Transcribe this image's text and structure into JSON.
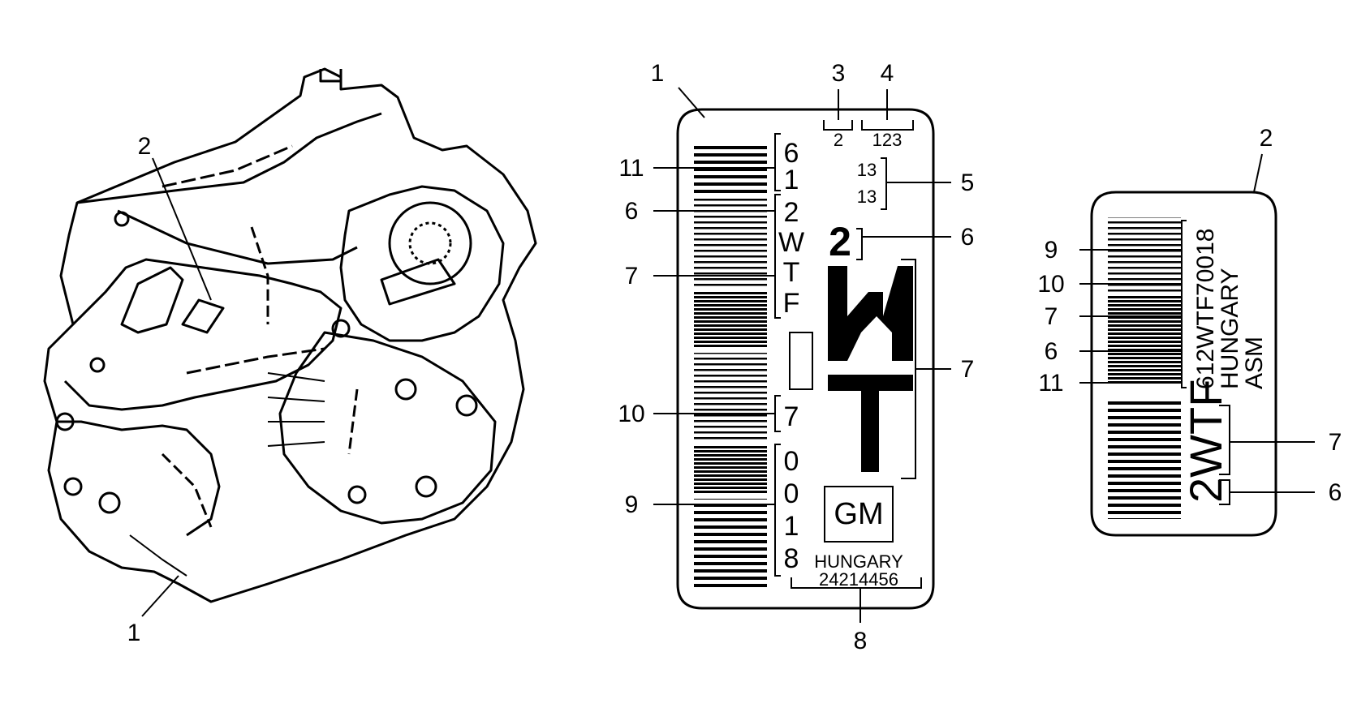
{
  "callouts": {
    "trans_1": "1",
    "trans_2": "2",
    "l1_1": "1",
    "l1_3": "3",
    "l1_4": "4",
    "l1_5": "5",
    "l1_6a": "6",
    "l1_6b": "6",
    "l1_7a": "7",
    "l1_7b": "7",
    "l1_8": "8",
    "l1_9": "9",
    "l1_10": "10",
    "l1_11": "11",
    "l2_2": "2",
    "l2_9": "9",
    "l2_10": "10",
    "l2_7a": "7",
    "l2_6a": "6",
    "l2_11": "11",
    "l2_7b": "7",
    "l2_6b": "6"
  },
  "label1": {
    "code_2": "2",
    "code_123": "123",
    "code_13a": "13",
    "code_13b": "13",
    "big_2": "2",
    "vchars": [
      "6",
      "1",
      "2",
      "W",
      "T",
      "F",
      "7",
      "0",
      "0",
      "1",
      "8"
    ],
    "logo": "GM",
    "country": "HUNGARY",
    "part_no": "24214456"
  },
  "label2": {
    "line1": "612WTF70018",
    "line2": "HUNGARY",
    "line3": "ASM",
    "model": "2WTF"
  }
}
